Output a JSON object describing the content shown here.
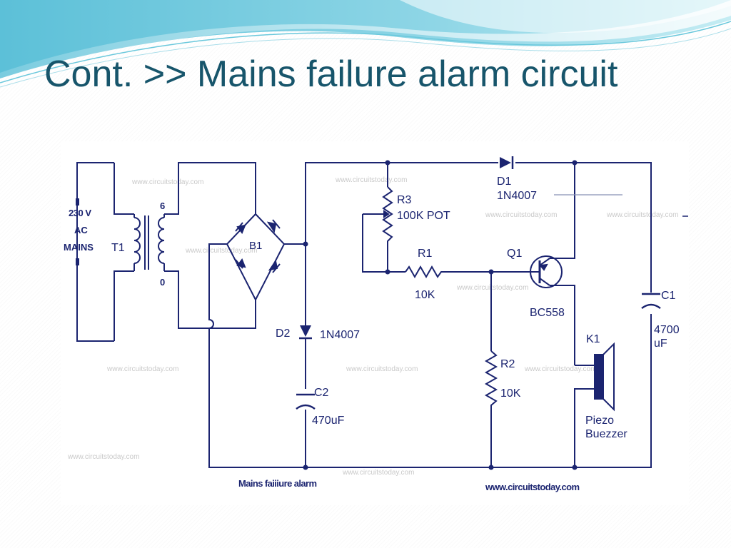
{
  "slide": {
    "title": "Cont. >> Mains failure alarm circuit",
    "accent_color": "#17556b",
    "wire_color": "#1b2470"
  },
  "circuit": {
    "labels": {
      "mains": [
        "230 V",
        "AC",
        "MAINS"
      ],
      "t1": "T1",
      "tap_6": "6",
      "tap_0": "0",
      "b1": "B1",
      "d2": "D2",
      "d2_part": "1N4007",
      "c2": "C2",
      "c2_value": "470uF",
      "r3": "R3",
      "r3_value": "100K POT",
      "d1": "D1",
      "d1_part": "1N4007",
      "r1": "R1",
      "r1_value": "10K",
      "q1": "Q1",
      "q1_part": "BC558",
      "r2": "R2",
      "r2_value": "10K",
      "k1": "K1",
      "buzzer": [
        "Piezo",
        "Buezzer"
      ],
      "c1": "C1",
      "c1_value": [
        "4700",
        "uF"
      ],
      "caption": "Mains faiiiure alarm",
      "website": "www.circuitstoday.com"
    }
  }
}
